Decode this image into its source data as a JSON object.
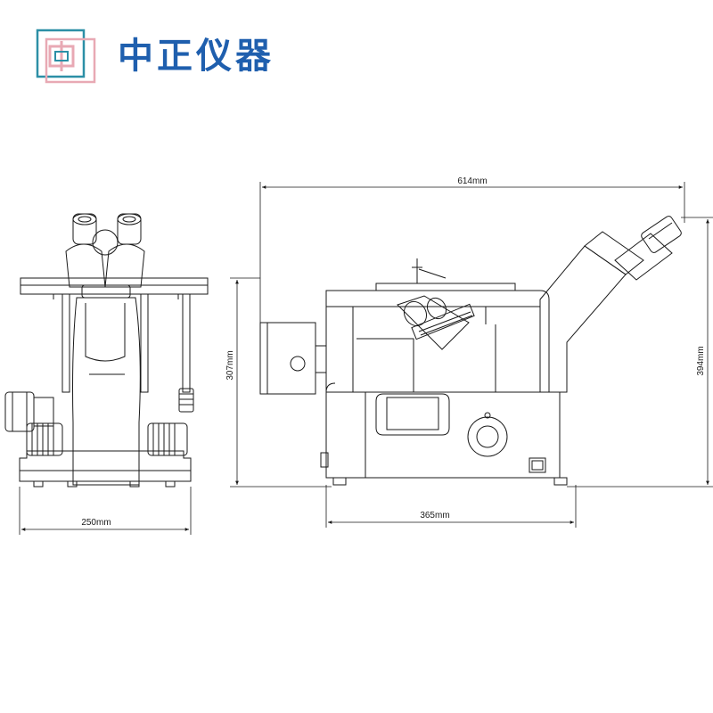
{
  "brand": {
    "name": "中正仪器",
    "logo_glyph": "中",
    "logo_icon": "zhongzheng-logo-icon",
    "colors": {
      "brand_blue": "#1f5fae",
      "logo_pink": "#e8a9b4",
      "logo_teal": "#2c8fa6"
    }
  },
  "diagram": {
    "line_color": "#1a1a1a",
    "front_view": {
      "width_label": "250mm"
    },
    "side_view": {
      "overall_width_label": "614mm",
      "base_width_label": "365mm",
      "base_height_label": "307mm",
      "overall_height_label": "394mm"
    }
  }
}
